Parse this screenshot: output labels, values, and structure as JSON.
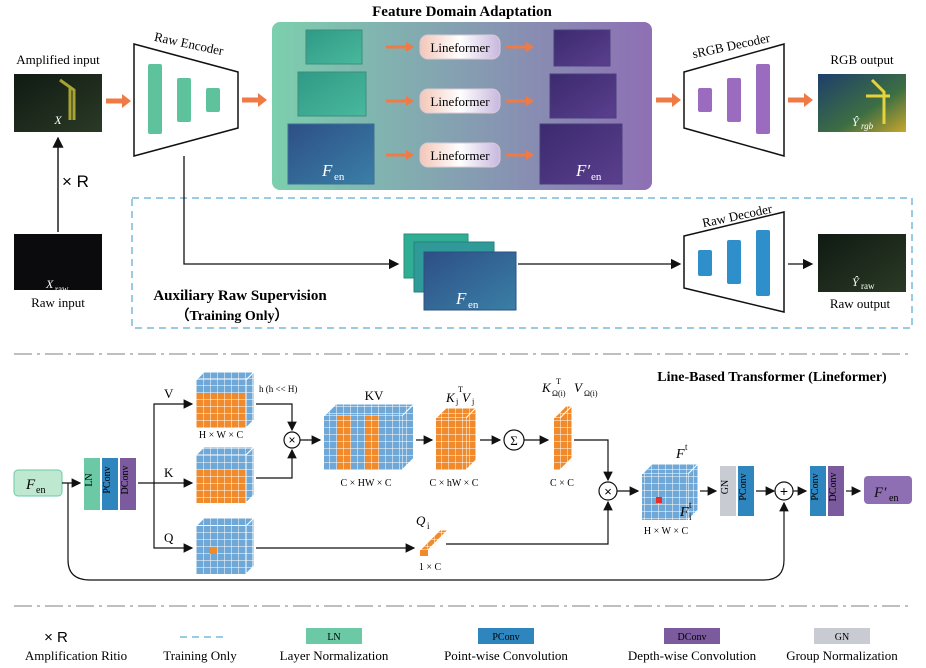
{
  "top": {
    "section_title": "Feature Domain Adaptation",
    "amplified_input_label": "Amplified input",
    "x_label": "X",
    "times_r": "× R",
    "x_raw_label": "X",
    "x_raw_sub": "raw",
    "raw_input_label": "Raw input",
    "raw_encoder_label": "Raw Encoder",
    "lineformer_labels": [
      "Lineformer",
      "Lineformer",
      "Lineformer"
    ],
    "f_en": "F",
    "f_en_sub": "en",
    "f_en_prime": "F′",
    "srgb_decoder_label": "sRGB Decoder",
    "rgb_output_label": "RGB output",
    "y_rgb": "Ŷ",
    "y_rgb_sub": "rgb",
    "aux_title": "Auxiliary Raw Supervision",
    "aux_subtitle": "（Training Only）",
    "raw_decoder_label": "Raw Decoder",
    "y_raw": "Ŷ",
    "y_raw_sub": "raw",
    "raw_output_label": "Raw output"
  },
  "bottom": {
    "section_title": "Line-Based Transformer (Lineformer)",
    "input_f": "F",
    "input_f_sub": "en",
    "ln": "LN",
    "pconv": "PConv",
    "dconv": "DConv",
    "v": "V",
    "k": "K",
    "q": "Q",
    "h_note": "h (h << H)",
    "hwc": "H × W × C",
    "kv": "KV",
    "kv_dim": "C × HW × C",
    "kjvj": "K",
    "kjvj_dim": "C × hW × C",
    "sigma": "Σ",
    "komega": "K",
    "komega_dim": "C × C",
    "ft": "F",
    "ft_sub": "t",
    "fit_sub": "i",
    "ft_dim": "H × W × C",
    "qi": "Q",
    "qi_sub": "i",
    "qi_dim": "1 × C",
    "gn": "GN",
    "output_f": "F′",
    "output_f_sub": "en"
  },
  "legend": {
    "times_r": "× R",
    "amplification": "Amplification Ritio",
    "training_only": "Training Only",
    "ln": "LN",
    "ln_desc": "Layer Normalization",
    "pconv": "PConv",
    "pconv_desc": "Point-wise Convolution",
    "dconv": "DConv",
    "dconv_desc": "Depth-wise Convolution",
    "gn": "GN",
    "gn_desc": "Group Normalization"
  },
  "colors": {
    "ln": "#6cc9a6",
    "pconv": "#2f86bf",
    "dconv": "#7b5a9e",
    "gn": "#c9cbd2",
    "arrow": "#ef7a45",
    "grid_blue": "#6fa8d6",
    "grid_orange": "#f08a2a",
    "encoder_green": "#5ec39d",
    "decoder_purple": "#9a6bbf",
    "decoder_blue": "#2f8fcb"
  }
}
